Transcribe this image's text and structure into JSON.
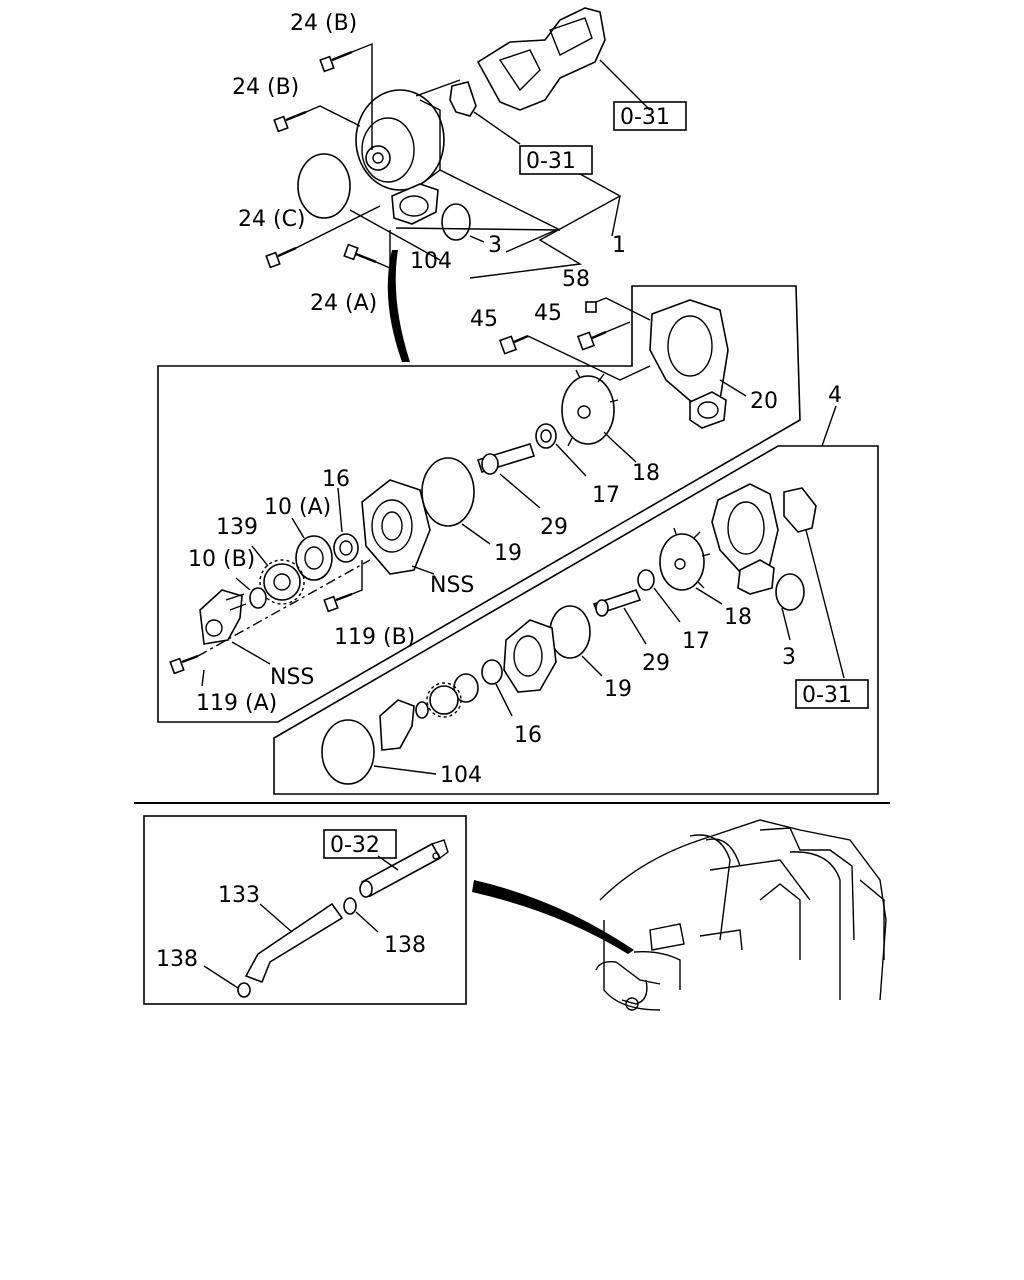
{
  "labels": {
    "l24b_top": "24 (B)",
    "l24b_mid": "24 (B)",
    "l24c": "24 (C)",
    "l24a": "24 (A)",
    "l104_top": "104",
    "l3_top": "3",
    "l1": "1",
    "l58": "58",
    "l45a": "45",
    "l45b": "45",
    "l20": "20",
    "l4": "4",
    "l18a": "18",
    "l17a": "17",
    "l29a": "29",
    "l19a": "19",
    "l16a": "16",
    "l10a": "10 (A)",
    "l139": "139",
    "l10b": "10 (B)",
    "lnss1": "NSS",
    "lnss2": "NSS",
    "l119b": "119 (B)",
    "l119a": "119 (A)",
    "l18b": "18",
    "l17b": "17",
    "l29b": "29",
    "l19b": "19",
    "l16b": "16",
    "l3b": "3",
    "l104b": "104",
    "l133": "133",
    "l138a": "138",
    "l138b": "138"
  },
  "refs": {
    "r031a": "0-31",
    "r031b": "0-31",
    "r031c": "0-31",
    "r032": "0-32"
  }
}
